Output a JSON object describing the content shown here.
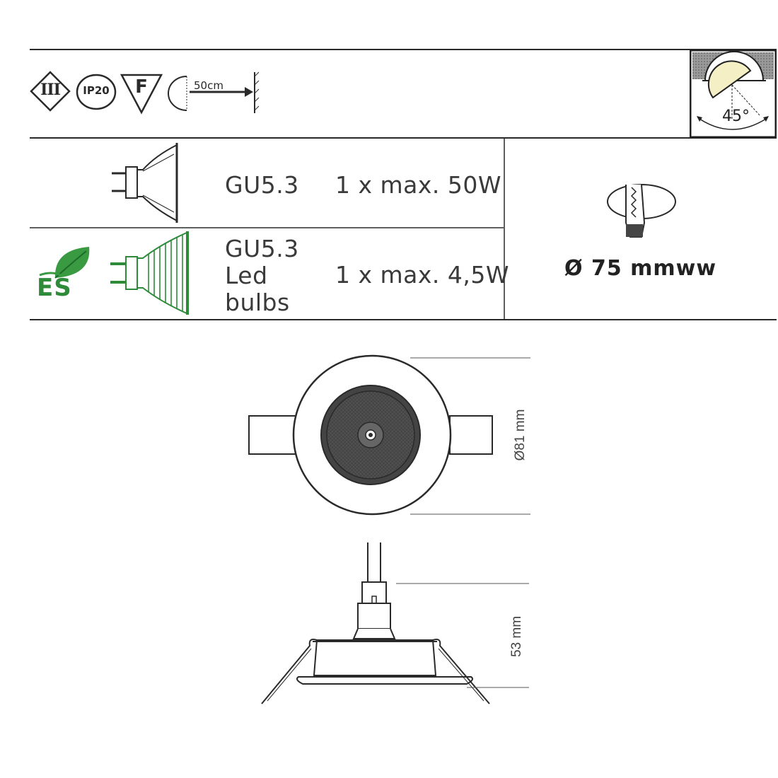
{
  "symbols": {
    "class_label": "III",
    "ip_label": "IP20",
    "f_label": "F",
    "distance_label": "50cm"
  },
  "tilt": {
    "angle_label": "45°"
  },
  "specs": {
    "row1": {
      "socket": "GU5.3",
      "power": "1 x max. 50W"
    },
    "row2": {
      "socket_lines": [
        "GU5.3",
        "Led",
        "bulbs"
      ],
      "power": "1 x max. 4,5W",
      "badge": "ES"
    }
  },
  "cutout": {
    "label": "Ø 75 mmww"
  },
  "dimensions": {
    "diameter": "Ø81 mm",
    "height": "53 mm"
  },
  "colors": {
    "eco_green": "#2e8b3a",
    "line": "#2a2a2a"
  }
}
